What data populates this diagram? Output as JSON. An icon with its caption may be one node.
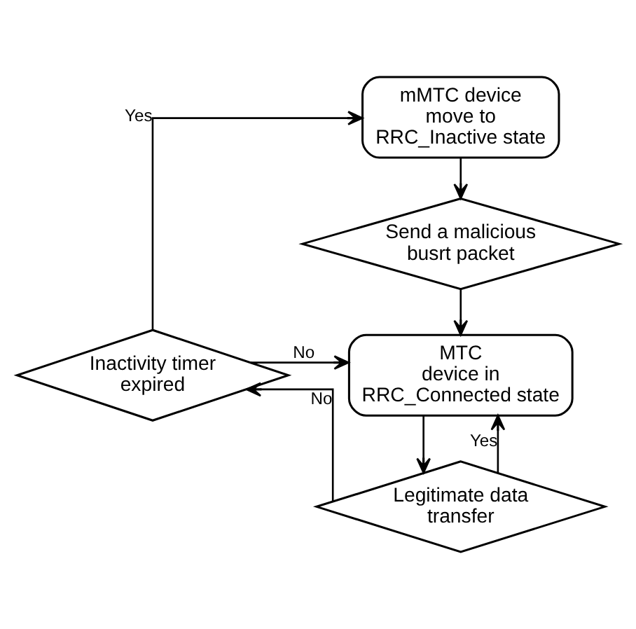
{
  "diagram": {
    "nodes": [
      {
        "text": [
          "mMTC device move to RRC_Inactive state"
        ]
      },
      {
        "text": [
          "Send a malicious busrt packet"
        ]
      },
      {
        "text": [
          "MTC device in RRC_Connected state"
        ]
      },
      {
        "text": [
          "Inactivity timer expired"
        ]
      },
      {
        "text": [
          "Legitimate data transfer"
        ]
      }
    ],
    "edges": [
      {
        "from": 0,
        "to": 1,
        "arrow": "to"
      },
      {
        "from": 1,
        "to": 2,
        "arrow": "to"
      },
      {
        "from": 2,
        "to": 4,
        "arrow": "to"
      },
      {
        "from": 4,
        "to": 2,
        "arrow": "to",
        "label": "Yes"
      },
      {
        "from": 4,
        "to": 3,
        "arrow": "to",
        "label": "No"
      },
      {
        "from": 3,
        "to": 2,
        "arrow": "to",
        "label": "No"
      },
      {
        "from": 3,
        "to": 0,
        "arrow": "to",
        "label": "Yes"
      }
    ]
  }
}
